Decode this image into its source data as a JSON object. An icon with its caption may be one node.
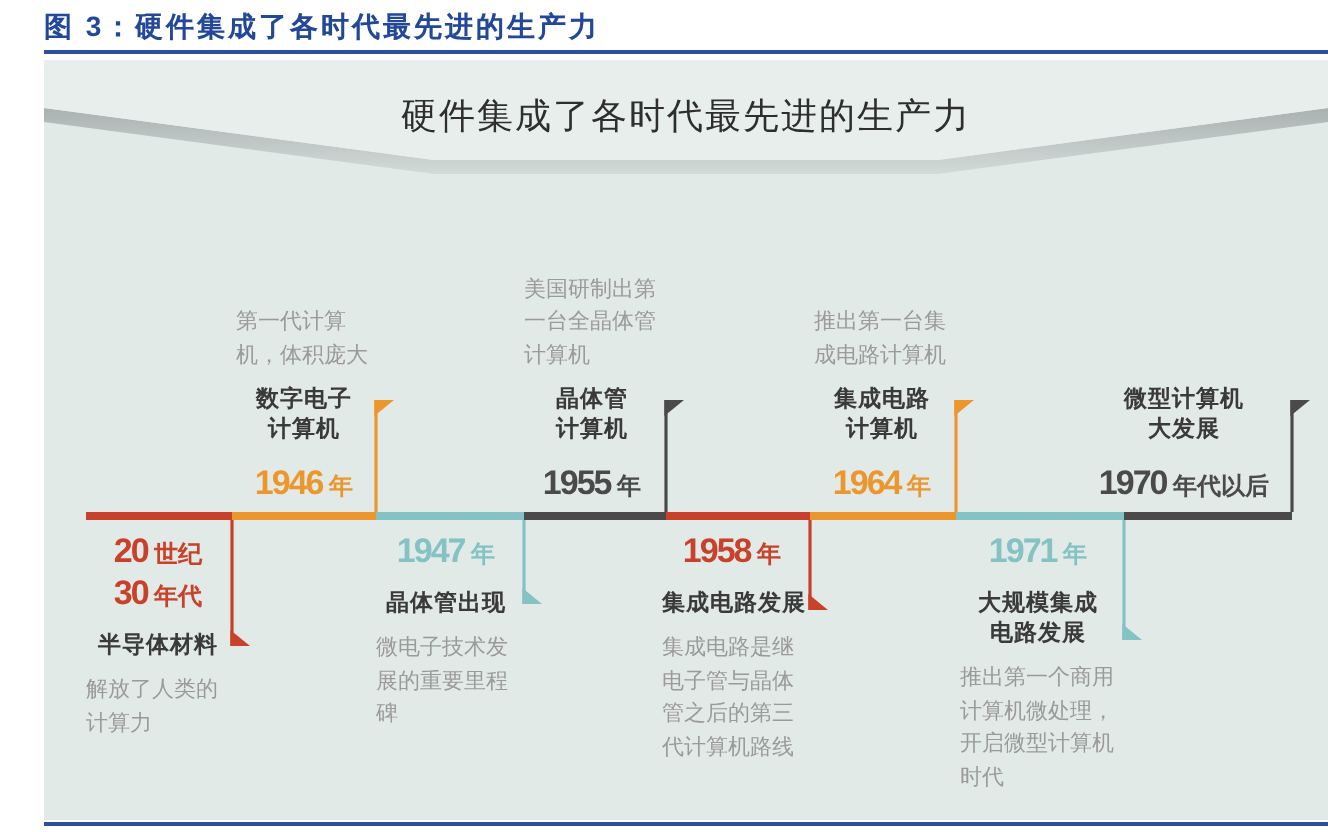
{
  "diagram": {
    "title": "图 3：硬件集成了各时代最先进的生产力",
    "nodes": [
      {
        "text": [
          "硬件集成了各时代最先进的生产力"
        ]
      },
      {
        "text": [
          "20 世纪30 年代",
          "半导体材料",
          "解放了人类的计算力"
        ],
        "in": 0
      },
      {
        "text": [
          "第一代计算机，体积庞大",
          "数字电子计算机",
          "1946 年"
        ],
        "in": 0
      },
      {
        "text": [
          "1947 年",
          "晶体管出现",
          "微电子技术发展的重要里程碑"
        ],
        "in": 0
      },
      {
        "text": [
          "美国研制出第一台全晶体管计算机",
          "晶体管计算机",
          "1955 年"
        ],
        "in": 0
      },
      {
        "text": [
          "1958 年",
          "集成电路发展",
          "集成电路是继电子管与晶体管之后的第三代计算机路线"
        ],
        "in": 0
      },
      {
        "text": [
          "推出第一台集成电路计算机",
          "集成电路计算机",
          "1964 年"
        ],
        "in": 0
      },
      {
        "text": [
          "1971 年",
          "大规模集成电路发展",
          "推出第一个商用计算机微处理，开启微型计算机时代"
        ],
        "in": 0
      },
      {
        "text": [
          "微型计算机大发展",
          "1970 年代以后"
        ],
        "in": 0
      }
    ]
  }
}
